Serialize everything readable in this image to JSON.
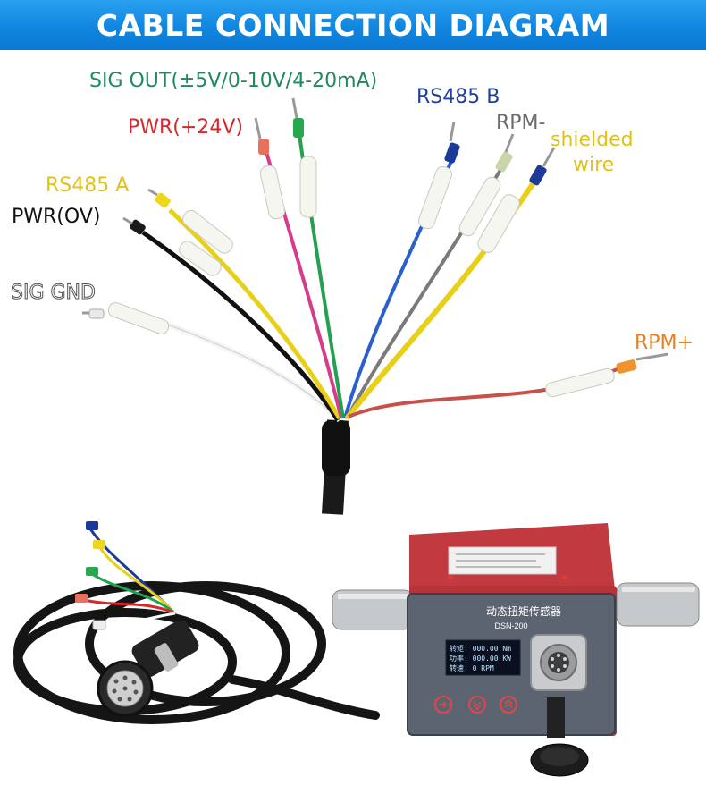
{
  "banner": {
    "title": "CABLE CONNECTION DIAGRAM"
  },
  "labels": {
    "sig_out": "SIG OUT(±5V/0-10V/4-20mA)",
    "pwr_plus": "PWR(+24V)",
    "rs485_b": "RS485 B",
    "rpm_minus": "RPM-",
    "shielded_line1": "shielded",
    "shielded_line2": "wire",
    "rs485_a": "RS485 A",
    "pwr_ov": "PWR(OV)",
    "sig_gnd": "SIG GND",
    "rpm_plus": "RPM+"
  },
  "colors": {
    "banner": "#1a8fe6",
    "sig_out": "#1f8a5a",
    "pwr_plus": "#d8262b",
    "rs485_b": "#1f3f9c",
    "rpm_minus": "#6b6b6b",
    "shielded": "#e0c21a",
    "rs485_a": "#e0c21a",
    "pwr_ov": "#111111",
    "sig_gnd": "#555555",
    "rpm_plus": "#e8801e",
    "sensor_body": "#b8343a"
  },
  "device": {
    "face_title": "动态扭矩传感器",
    "model": "DSN-200",
    "lcd_lines": [
      "转矩: 000.00 Nm",
      "功率: 000.00 KW",
      "转速: 0     RPM"
    ],
    "buttons": [
      "enter-icon",
      "down-icon",
      "up-icon"
    ]
  }
}
